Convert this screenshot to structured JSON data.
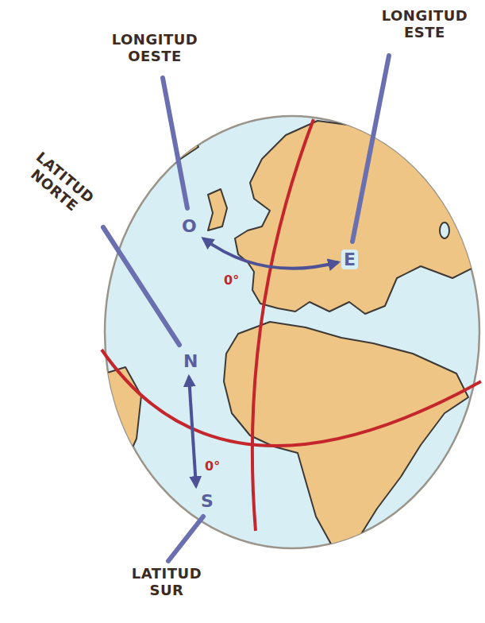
{
  "diagram": {
    "labels": [
      "LONGITUD OESTE",
      "LONGITUD ESTE",
      "LATITUD NORTE",
      "O",
      "E",
      "0°",
      "N",
      "0°",
      "S",
      "LATITUD SUR"
    ]
  }
}
